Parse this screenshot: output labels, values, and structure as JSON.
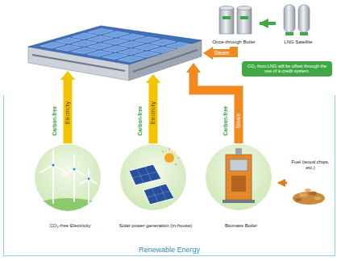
{
  "diagram": {
    "nodes": [
      {
        "text": [
          "Once-through Boiler"
        ]
      },
      {
        "text": [
          "LNG Satellite"
        ]
      },
      {
        "text": [
          "CO₂ from LNG will be offset through the use of a credit system."
        ]
      },
      {
        "text": [
          "Renewable Energy"
        ]
      },
      {
        "text": [
          "CO₂-free Electricity"
        ],
        "in": 3
      },
      {
        "text": [
          "Solar power generation (in-house)"
        ],
        "in": 3
      },
      {
        "text": [
          "Biomass Boiler"
        ],
        "in": 3
      },
      {
        "text": [
          "Fuel (wood chips, etc.)"
        ]
      }
    ],
    "edges": [
      {
        "from": 1,
        "to": 0,
        "arrow": "to"
      },
      {
        "from": 7,
        "to": 6,
        "arrow": "to"
      }
    ],
    "labels": [
      "Steam",
      "Carbon-free",
      "Carbon-free",
      "Carbon-free",
      "Electricity",
      "Electricity",
      "Steam"
    ]
  }
}
